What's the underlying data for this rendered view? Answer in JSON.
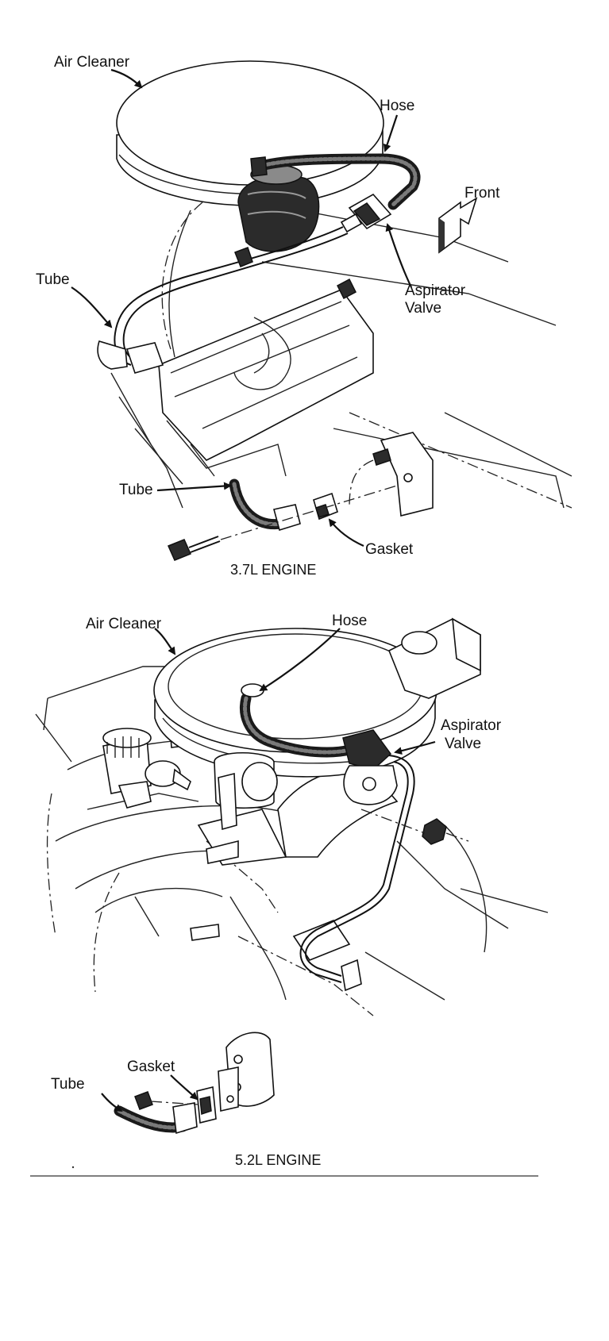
{
  "top_diagram": {
    "labels": {
      "air_cleaner": "Air Cleaner",
      "hose": "Hose",
      "front": "Front",
      "tube": "Tube",
      "aspirator_valve_line1": "Aspirator",
      "aspirator_valve_line2": "Valve",
      "tube_lower": "Tube",
      "gasket": "Gasket"
    },
    "caption": "3.7L ENGINE"
  },
  "bottom_diagram": {
    "labels": {
      "air_cleaner": "Air Cleaner",
      "hose": "Hose",
      "aspirator_valve_line1": "Aspirator",
      "aspirator_valve_line2": "Valve",
      "gasket": "Gasket",
      "tube": "Tube"
    },
    "caption": "5.2L ENGINE"
  }
}
